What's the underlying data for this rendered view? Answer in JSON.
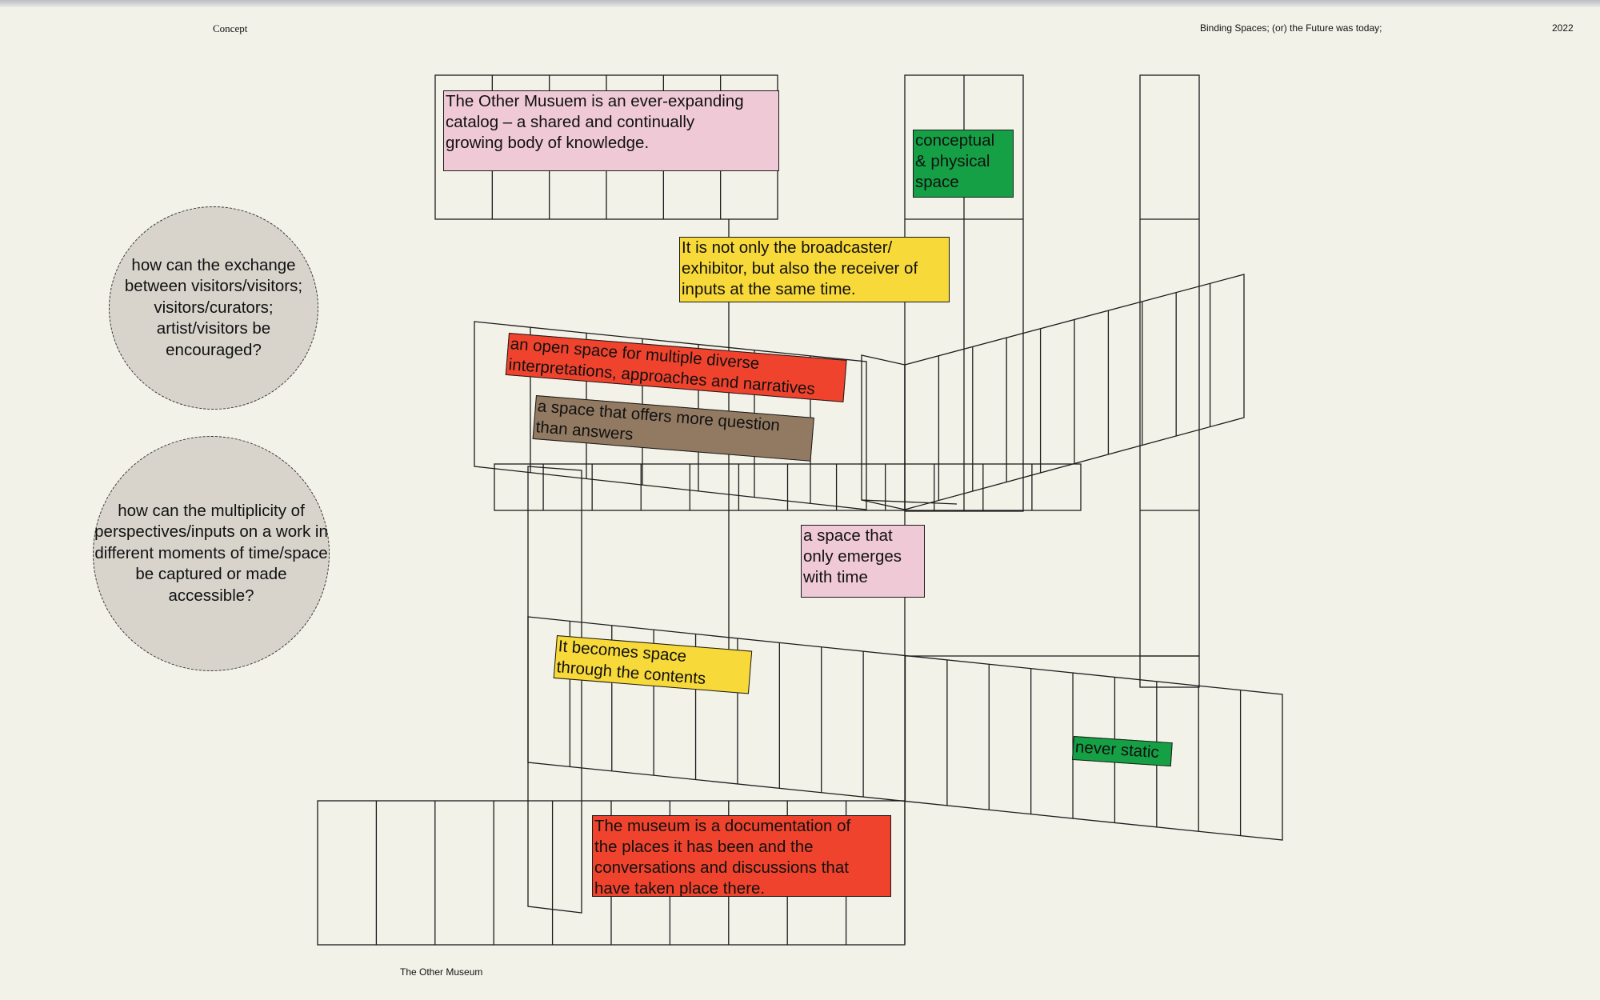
{
  "header": {
    "left": "Concept",
    "center": "Binding Spaces; (or) the Future was today;",
    "right": "2022"
  },
  "footer": {
    "label": "The Other Museum"
  },
  "questions": [
    "how can the exchange between visitors/visitors; visitors/curators; artist/visitors be encouraged?",
    "how can the multiplicity of perspectives/inputs on a work in different moments of time/space be captured or made accessible?"
  ],
  "notes": [
    {
      "color": "pink",
      "text": "The Other Musuem is an ever-expanding\ncatalog – a shared and continually\ngrowing body of  knowledge."
    },
    {
      "color": "green",
      "text": "conceptual\n& physical\nspace"
    },
    {
      "color": "yellow",
      "text": "It is not only the broadcaster/\nexhibitor, but also the receiver of\ninputs at the same time."
    },
    {
      "color": "red",
      "text": "an open space for multiple diverse\ninterpretations, approaches and narratives"
    },
    {
      "color": "brown",
      "text": "a space that offers more question\nthan answers"
    },
    {
      "color": "pink",
      "text": "a space that\nonly emerges\nwith time"
    },
    {
      "color": "yellow",
      "text": "It becomes space\nthrough the contents"
    },
    {
      "color": "green",
      "text": "never static"
    },
    {
      "color": "red",
      "text": "The museum is a documentation of\nthe places it has been and the\nconversations and discussions that\nhave taken place there."
    }
  ]
}
